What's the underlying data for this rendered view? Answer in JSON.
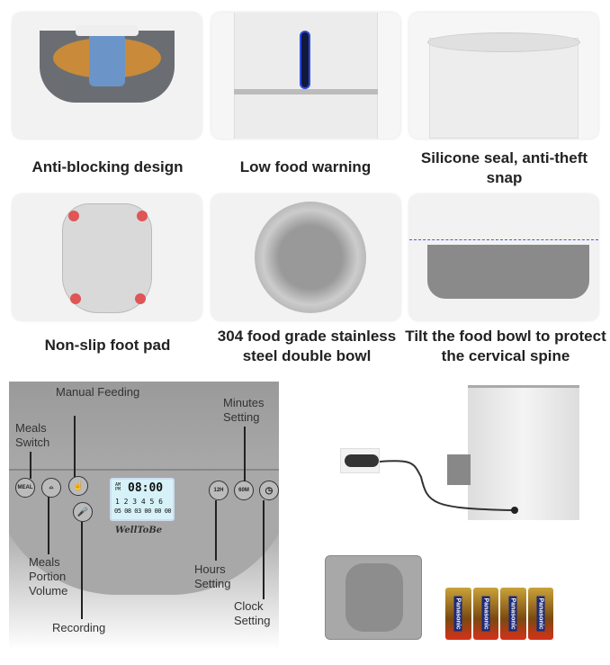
{
  "features": [
    {
      "caption": "Anti-blocking design",
      "icon": "auger-icon"
    },
    {
      "caption": "Low food warning",
      "icon": "indicator-icon"
    },
    {
      "caption": "Silicone seal, anti-theft snap",
      "icon": "lid-icon"
    },
    {
      "caption": "Non-slip foot pad",
      "icon": "foot-pad-icon"
    },
    {
      "caption": "304 food grade stainless steel double bowl",
      "icon": "bowl-icon"
    },
    {
      "caption": "Tilt the food bowl to protect the cervical spine",
      "icon": "tilted-bowl-icon"
    }
  ],
  "panel": {
    "labels": {
      "manual_feeding": "Manual Feeding",
      "meals_switch": "Meals Switch",
      "minutes_setting": "Minutes Setting",
      "meals_portion": "Meals Portion Volume",
      "recording": "Recording",
      "hours_setting": "Hours Setting",
      "clock_setting": "Clock Setting"
    },
    "meal_button": "MEAL",
    "hours_button": "12H",
    "minutes_button": "60M",
    "lcd": {
      "ampm": "AM PM",
      "time": "08:00",
      "meals": "1 2 3 4 5 6",
      "portions": "05 08 03 00 00 00"
    },
    "brand": "WellToBe"
  },
  "power": {
    "battery_brand": "Panasonic"
  }
}
